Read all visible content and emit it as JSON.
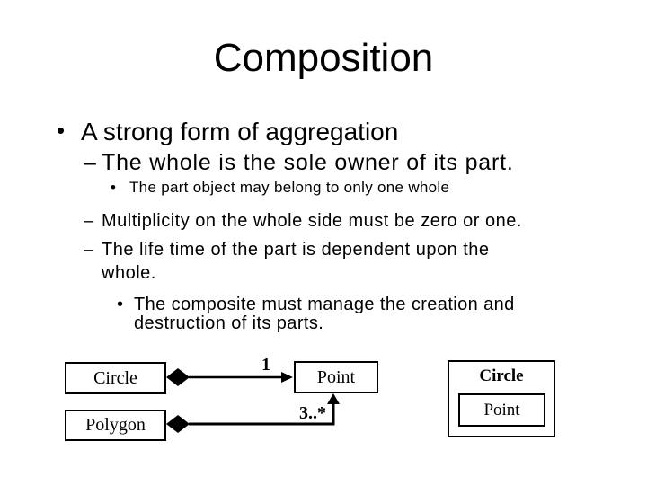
{
  "colors": {
    "background": "#ffffff",
    "text": "#000000",
    "diagram_stroke": "#000000",
    "diamond_fill": "#000000"
  },
  "slide": {
    "title": "Composition",
    "bullets": {
      "b1": {
        "marker": "•",
        "text": "A strong form of aggregation"
      },
      "b2": {
        "marker": "–",
        "text": "The whole is the sole owner of its part."
      },
      "b3": {
        "marker": "•",
        "text": "The part object may belong to only one whole"
      },
      "b4": {
        "marker": "–",
        "text": "Multiplicity on the whole side must be zero or one."
      },
      "b5": {
        "marker": "–",
        "line1": "The life time of the part is dependent upon the",
        "line2": "whole."
      },
      "b6": {
        "marker": "•",
        "line1": "The composite must manage the creation and",
        "line2": "destruction of its parts."
      }
    },
    "diagram": {
      "circle_box": "Circle",
      "polygon_box": "Polygon",
      "point_box": "Point",
      "circle_point_multiplicity": "1",
      "polygon_point_multiplicity": "3..*",
      "nested_outer_label": "Circle",
      "nested_inner_label": "Point"
    }
  }
}
